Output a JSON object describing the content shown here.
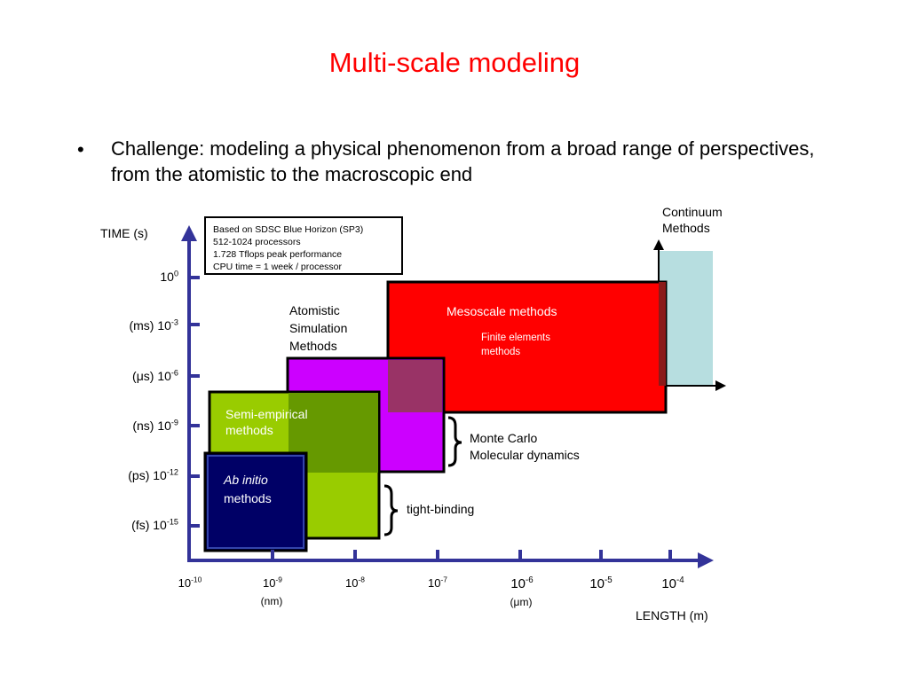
{
  "slide": {
    "title": "Multi-scale modeling",
    "bullet_symbol": "•",
    "bullet_text": "Challenge: modeling a physical phenomenon from a broad range of perspectives, from the atomistic to the macroscopic end"
  },
  "diagram": {
    "y_axis_title": "TIME (s)",
    "x_axis_title": "LENGTH (m)",
    "y_ticks": [
      {
        "prefix": "",
        "base": "10",
        "exp": "0"
      },
      {
        "prefix": "(ms) ",
        "base": "10",
        "exp": "-3"
      },
      {
        "prefix": "(μs) ",
        "base": "10",
        "exp": "-6"
      },
      {
        "prefix": "(ns) ",
        "base": "10",
        "exp": "-9"
      },
      {
        "prefix": "(ps) ",
        "base": "10",
        "exp": "-12"
      },
      {
        "prefix": "(fs) ",
        "base": "10",
        "exp": "-15"
      }
    ],
    "x_ticks": [
      {
        "base": "10",
        "exp": "-10",
        "sub": ""
      },
      {
        "base": "10",
        "exp": "-9",
        "sub": "(nm)"
      },
      {
        "base": "10",
        "exp": "-8",
        "sub": ""
      },
      {
        "base": "10",
        "exp": "-7",
        "sub": ""
      },
      {
        "base": "10",
        "exp": "-6",
        "sub": "(μm)"
      },
      {
        "base": "10",
        "exp": "-5",
        "sub": ""
      },
      {
        "base": "10",
        "exp": "-4",
        "sub": ""
      }
    ],
    "note_box": [
      "Based on SDSC Blue Horizon (SP3)",
      "512-1024 processors",
      "1.728 Tflops peak performance",
      "CPU time = 1 week / processor"
    ],
    "continuum_label": [
      "Continuum",
      "Methods"
    ],
    "mesoscale_label": "Mesoscale methods",
    "finite_label": [
      "Finite elements",
      "methods"
    ],
    "atomistic_label": [
      "Atomistic",
      "Simulation",
      "Methods"
    ],
    "semi_label": [
      "Semi-empirical",
      "methods"
    ],
    "abinitio_label": [
      "Ab initio",
      "methods"
    ],
    "montecarlo_label": [
      "Monte Carlo",
      "Molecular dynamics"
    ],
    "tightbinding_label": "tight-binding",
    "colors": {
      "title": "#ff0000",
      "axis": "#333399",
      "continuum": "#b7dee0",
      "mesoscale": "#ff0000",
      "atomistic": "#cc00ff",
      "semi_empirical": "#99cc00",
      "ab_initio": "#000066"
    }
  }
}
